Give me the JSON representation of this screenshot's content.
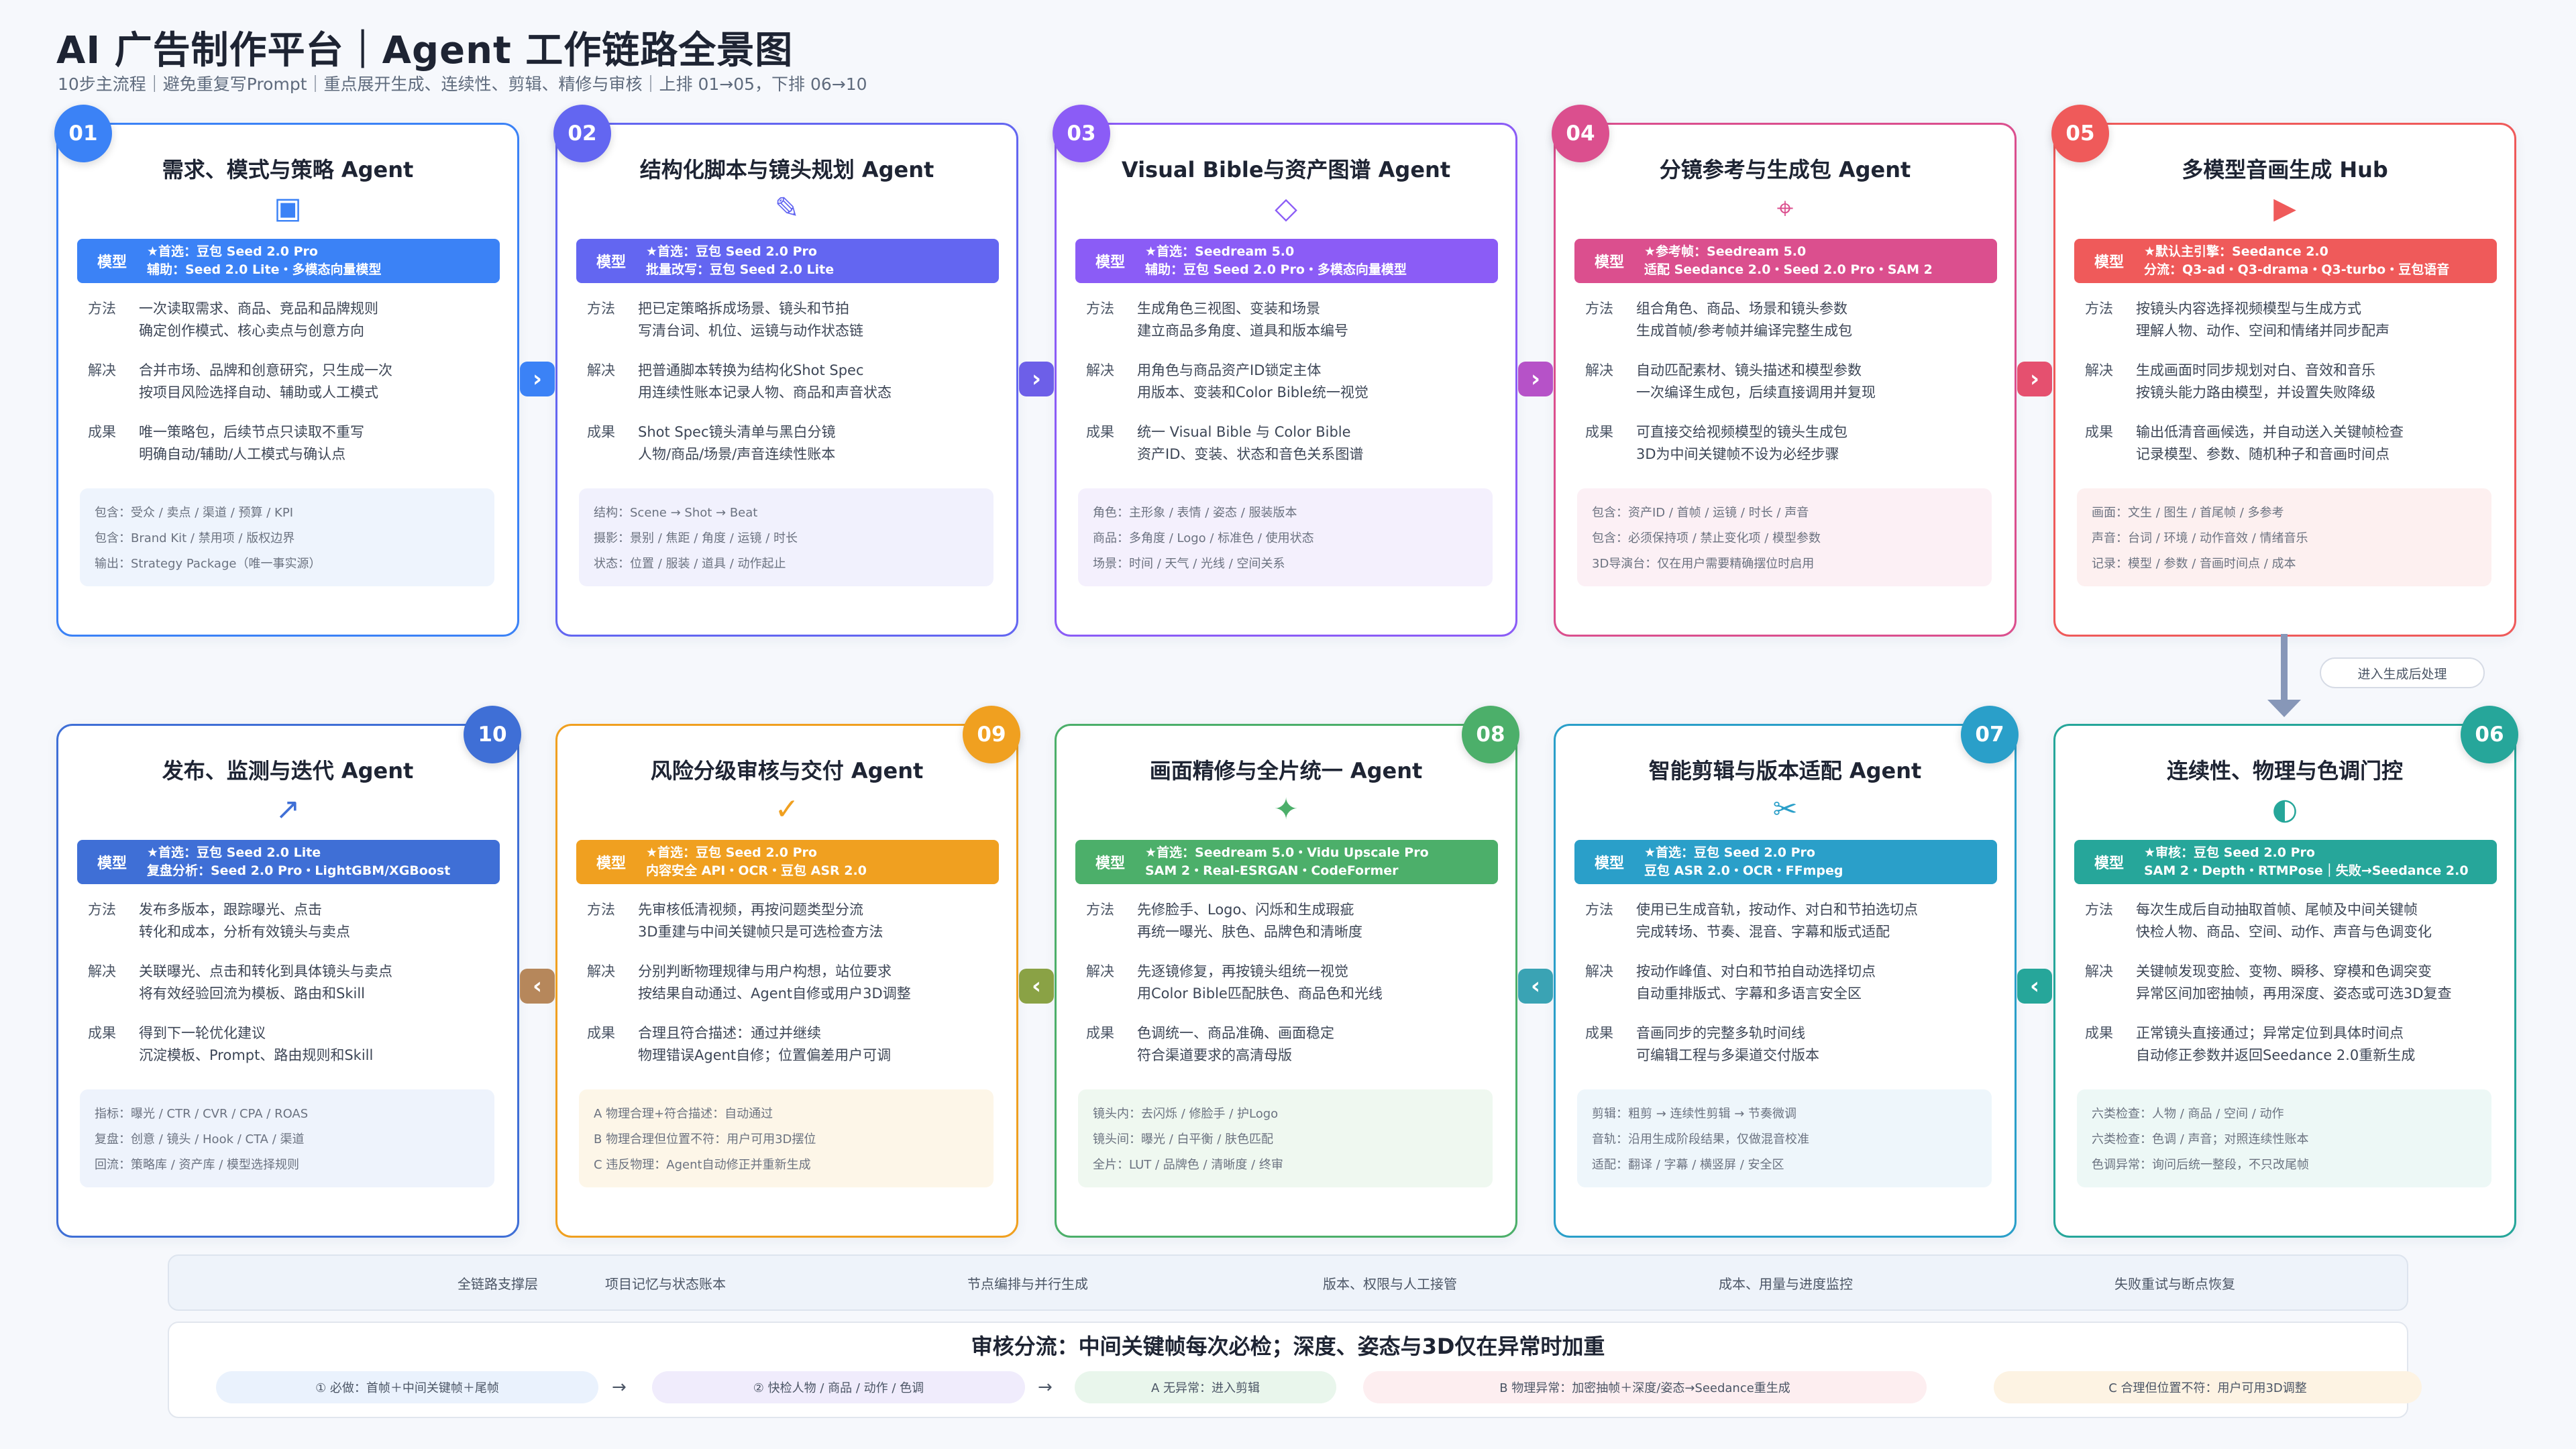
{
  "header": {
    "title": "AI 广告制作平台｜Agent 工作链路全景图",
    "subtitle": "10步主流程｜避免重复写Prompt｜重点展开生成、连续性、剪辑、精修与审核｜上排 01→05，下排 06→10"
  },
  "labels": {
    "model": "模型",
    "method": "方法",
    "solve": "解决",
    "result": "成果"
  },
  "cards": [
    {
      "num": "01",
      "title": "需求、模式与策略 Agent",
      "icon": "▣",
      "color": "#3b82f6",
      "tint": "#eef4fd",
      "model": [
        "★首选：豆包 Seed 2.0 Pro",
        "辅助：Seed 2.0 Lite・多模态向量模型"
      ],
      "method": [
        "一次读取需求、商品、竞品和品牌规则",
        "确定创作模式、核心卖点与创意方向"
      ],
      "solve": [
        "合并市场、品牌和创意研究，只生成一次",
        "按项目风险选择自动、辅助或人工模式"
      ],
      "result": [
        "唯一策略包，后续节点只读取不重写",
        "明确自动/辅助/人工模式与确认点"
      ],
      "tags": [
        "包含：受众 / 卖点 / 渠道 / 预算 / KPI",
        "包含：Brand Kit / 禁用项 / 版权边界",
        "输出：Strategy Package（唯一事实源）"
      ]
    },
    {
      "num": "02",
      "title": "结构化脚本与镜头规划 Agent",
      "icon": "✎",
      "color": "#6366f1",
      "tint": "#f1f1fd",
      "model": [
        "★首选：豆包 Seed 2.0 Pro",
        "批量改写：豆包 Seed 2.0 Lite"
      ],
      "method": [
        "把已定策略拆成场景、镜头和节拍",
        "写清台词、机位、运镜与动作状态链"
      ],
      "solve": [
        "把普通脚本转换为结构化Shot Spec",
        "用连续性账本记录人物、商品和声音状态"
      ],
      "result": [
        "Shot Spec镜头清单与黑白分镜",
        "人物/商品/场景/声音连续性账本"
      ],
      "tags": [
        "结构：Scene → Shot → Beat",
        "摄影：景别 / 焦距 / 角度 / 运镜 / 时长",
        "状态：位置 / 服装 / 道具 / 动作起止"
      ]
    },
    {
      "num": "03",
      "title": "Visual Bible与资产图谱 Agent",
      "icon": "◇",
      "color": "#8b5cf6",
      "tint": "#f4f0fd",
      "model": [
        "★首选：Seedream 5.0",
        "辅助：豆包 Seed 2.0 Pro・多模态向量模型"
      ],
      "method": [
        "生成角色三视图、变装和场景",
        "建立商品多角度、道具和版本编号"
      ],
      "solve": [
        "用角色与商品资产ID锁定主体",
        "用版本、变装和Color Bible统一视觉"
      ],
      "result": [
        "统一 Visual Bible 与 Color Bible",
        "资产ID、变装、状态和音色关系图谱"
      ],
      "tags": [
        "角色：主形象 / 表情 / 姿态 / 服装版本",
        "商品：多角度 / Logo / 标准色 / 使用状态",
        "场景：时间 / 天气 / 光线 / 空间关系"
      ]
    },
    {
      "num": "04",
      "title": "分镜参考与生成包 Agent",
      "icon": "⌖",
      "color": "#db4f8e",
      "tint": "#fcf0f5",
      "model": [
        "★参考帧：Seedream 5.0",
        "适配 Seedance 2.0・Seed 2.0 Pro・SAM 2"
      ],
      "method": [
        "组合角色、商品、场景和镜头参数",
        "生成首帧/参考帧并编译完整生成包"
      ],
      "solve": [
        "自动匹配素材、镜头描述和模型参数",
        "一次编译生成包，后续直接调用并复现"
      ],
      "result": [
        "可直接交给视频模型的镜头生成包",
        "3D为中间关键帧不设为必经步骤"
      ],
      "tags": [
        "包含：资产ID / 首帧 / 运镜 / 时长 / 声音",
        "包含：必须保持项 / 禁止变化项 / 模型参数",
        "3D导演台：仅在用户需要精确摆位时启用"
      ]
    },
    {
      "num": "05",
      "title": "多模型音画生成 Hub",
      "icon": "▶",
      "color": "#ef5a5a",
      "tint": "#fdf0f0",
      "model": [
        "★默认主引擎：Seedance 2.0",
        "分流：Q3-ad・Q3-drama・Q3-turbo・豆包语音"
      ],
      "method": [
        "按镜头内容选择视频模型与生成方式",
        "理解人物、动作、空间和情绪并同步配声"
      ],
      "solve": [
        "生成画面时同步规划对白、音效和音乐",
        "按镜头能力路由模型，并设置失败降级"
      ],
      "result": [
        "输出低清音画候选，并自动送入关键帧检查",
        "记录模型、参数、随机种子和音画时间点"
      ],
      "tags": [
        "画面：文生 / 图生 / 首尾帧 / 多参考",
        "声音：台词 / 环境 / 动作音效 / 情绪音乐",
        "记录：模型 / 参数 / 音画时间点 / 成本"
      ]
    },
    {
      "num": "06",
      "title": "连续性、物理与色调门控",
      "icon": "◐",
      "color": "#26a69a",
      "tint": "#edf8f6",
      "model": [
        "★审核：豆包 Seed 2.0 Pro",
        "SAM 2・Depth・RTMPose｜失败→Seedance 2.0"
      ],
      "method": [
        "每次生成后自动抽取首帧、尾帧及中间关键帧",
        "快检人物、商品、空间、动作、声音与色调变化"
      ],
      "solve": [
        "关键帧发现变脸、变物、瞬移、穿模和色调突变",
        "异常区间加密抽帧，再用深度、姿态或可选3D复查"
      ],
      "result": [
        "正常镜头直接通过；异常定位到具体时间点",
        "自动修正参数并返回Seedance 2.0重新生成"
      ],
      "tags": [
        "六类检查：人物 / 商品 / 空间 / 动作",
        "六类检查：色调 / 声音；对照连续性账本",
        "色调异常：询问后统一整段，不只改尾帧"
      ]
    },
    {
      "num": "07",
      "title": "智能剪辑与版本适配 Agent",
      "icon": "✂",
      "color": "#2a9fc9",
      "tint": "#eef6fb",
      "model": [
        "★首选：豆包 Seed 2.0 Pro",
        "豆包 ASR 2.0・OCR・FFmpeg"
      ],
      "method": [
        "使用已生成音轨，按动作、对白和节拍选切点",
        "完成转场、节奏、混音、字幕和版式适配"
      ],
      "solve": [
        "按动作峰值、对白和节拍自动选择切点",
        "自动重排版式、字幕和多语言安全区"
      ],
      "result": [
        "音画同步的完整多轨时间线",
        "可编辑工程与多渠道交付版本"
      ],
      "tags": [
        "剪辑：粗剪 → 连续性剪辑 → 节奏微调",
        "音轨：沿用生成阶段结果，仅做混音校准",
        "适配：翻译 / 字幕 / 横竖屏 / 安全区"
      ]
    },
    {
      "num": "08",
      "title": "画面精修与全片统一 Agent",
      "icon": "✦",
      "color": "#4caf6a",
      "tint": "#eff8f0",
      "model": [
        "★首选：Seedream 5.0・Vidu Upscale Pro",
        "SAM 2・Real-ESRGAN・CodeFormer"
      ],
      "method": [
        "先修脸手、Logo、闪烁和生成瑕疵",
        "再统一曝光、肤色、品牌色和清晰度"
      ],
      "solve": [
        "先逐镜修复，再按镜头组统一视觉",
        "用Color Bible匹配肤色、商品色和光线"
      ],
      "result": [
        "色调统一、商品准确、画面稳定",
        "符合渠道要求的高清母版"
      ],
      "tags": [
        "镜头内：去闪烁 / 修脸手 / 护Logo",
        "镜头间：曝光 / 白平衡 / 肤色匹配",
        "全片：LUT / 品牌色 / 清晰度 / 终审"
      ]
    },
    {
      "num": "09",
      "title": "风险分级审核与交付 Agent",
      "icon": "✓",
      "color": "#f0a020",
      "tint": "#fdf6e8",
      "model": [
        "★首选：豆包 Seed 2.0 Pro",
        "内容安全 API・OCR・豆包 ASR 2.0"
      ],
      "method": [
        "先审核低清视频，再按问题类型分流",
        "3D重建与中间关键帧只是可选检查方法"
      ],
      "solve": [
        "分别判断物理规律与用户构想，站位要求",
        "按结果自动通过、Agent自修或用户3D调整"
      ],
      "result": [
        "合理且符合描述：通过并继续",
        "物理错误Agent自修；位置偏差用户可调"
      ],
      "tags": [
        "A 物理合理+符合描述：自动通过",
        "B 物理合理但位置不符：用户可用3D摆位",
        "C 违反物理：Agent自动修正并重新生成"
      ]
    },
    {
      "num": "10",
      "title": "发布、监测与迭代 Agent",
      "icon": "↗",
      "color": "#3f6fd6",
      "tint": "#eef3fc",
      "model": [
        "★首选：豆包 Seed 2.0 Lite",
        "复盘分析：Seed 2.0 Pro・LightGBM/XGBoost"
      ],
      "method": [
        "发布多版本，跟踪曝光、点击",
        "转化和成本，分析有效镜头与卖点"
      ],
      "solve": [
        "关联曝光、点击和转化到具体镜头与卖点",
        "将有效经验回流为模板、路由和Skill"
      ],
      "result": [
        "得到下一轮优化建议",
        "沉淀模板、Prompt、路由规则和Skill"
      ],
      "tags": [
        "指标：曝光 / CTR / CVR / CPA / ROAS",
        "复盘：创意 / 镜头 / Hook / CTA / 渠道",
        "回流：策略库 / 资产库 / 模型选择规则"
      ]
    }
  ],
  "arrows": [
    {
      "symbol": "›",
      "color": "#3b82f6"
    },
    {
      "symbol": "›",
      "color": "#6d5fe8"
    },
    {
      "symbol": "›",
      "color": "#b652c8"
    },
    {
      "symbol": "›",
      "color": "#e5506f"
    },
    {
      "symbol": "‹",
      "color": "#26a69a"
    },
    {
      "symbol": "‹",
      "color": "#3aa3b4"
    },
    {
      "symbol": "‹",
      "color": "#8aa245"
    },
    {
      "symbol": "‹",
      "color": "#b6875b"
    }
  ],
  "flow": {
    "down_label": "进入生成后处理"
  },
  "support": {
    "items": [
      "全链路支撑层",
      "项目记忆与状态账本",
      "节点编排与并行生成",
      "版本、权限与人工接管",
      "成本、用量与进度监控",
      "失败重试与断点恢复"
    ]
  },
  "review": {
    "title": "审核分流：中间关键帧每次必检；深度、姿态与3D仅在异常时加重",
    "pills": [
      "① 必做：首帧＋中间关键帧＋尾帧",
      "② 快检人物 / 商品 / 动作 / 色调",
      "A 无异常：进入剪辑",
      "B 物理异常：加密抽帧＋深度/姿态→Seedance重生成",
      "C 合理但位置不符：用户可用3D调整"
    ],
    "pill_colors": [
      "#eaf2fd",
      "#f0ecfc",
      "#e9f6ec",
      "#fdeef0",
      "#fdf3e3"
    ],
    "arrow": "→"
  }
}
